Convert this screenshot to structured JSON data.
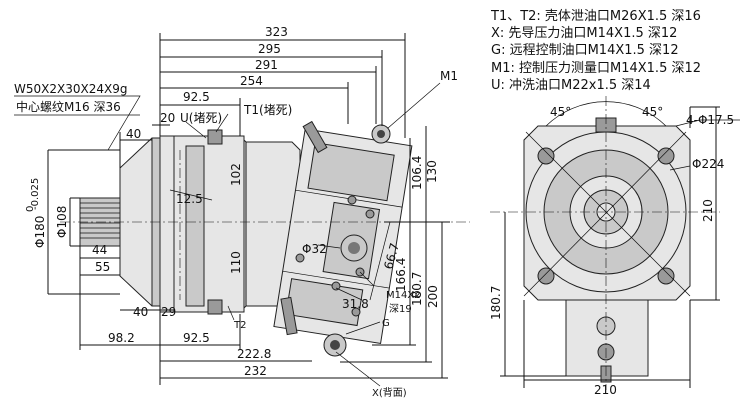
{
  "legend_notes": [
    "T1、T2: 壳体泄油口M26X1.5 深16",
    "X: 先导压力油口M14X1.5 深12",
    "G: 远程控制油口M14X1.5 深12",
    "M1: 控制压力测量口M14X1.5 深12",
    "U: 冲洗油口M22x1.5 深14"
  ],
  "side_view": {
    "spline_label": "W50X2X30X24X9g",
    "thread_label": "中心螺纹M16 深36",
    "dims_top": [
      "323",
      "295",
      "291",
      "254",
      "92.5"
    ],
    "dim_20": "20",
    "dim_40_top": "40",
    "dim_12_5": "12.5",
    "dim_102": "102",
    "dim_110": "110",
    "dim_phi180": "Φ180",
    "dim_phi180_tol_upper": "0",
    "dim_phi180_tol_lower": "-0.025",
    "dim_phi108": "Φ108",
    "dim_44": "44",
    "dim_55": "55",
    "dim_40_bottom": "40",
    "dim_29": "29",
    "dim_98_2": "98.2",
    "dim_92_5_bottom": "92.5",
    "dim_222_8": "222.8",
    "dim_232": "232",
    "dim_phi32": "Φ32",
    "dim_66_7": "66.7",
    "dim_31_8": "31.8",
    "dim_106_4": "106.4",
    "dim_130": "130",
    "dim_166_4": "166.4",
    "dim_180_7": "180.7",
    "dim_200": "200",
    "port_u": "U(堵死)",
    "port_t1": "T1(堵死)",
    "port_t2": "T2",
    "port_m1": "M1",
    "port_g": "G",
    "port_x": "X(背面)",
    "port_thread": "M14X2",
    "port_depth": "深19"
  },
  "front_view": {
    "angle_left": "45°",
    "angle_right": "45°",
    "holes": "4-Φ17.5",
    "phi224": "Φ224",
    "dim_210_vertical": "210",
    "dim_180_7": "180.7",
    "dim_210_bottom": "210"
  }
}
